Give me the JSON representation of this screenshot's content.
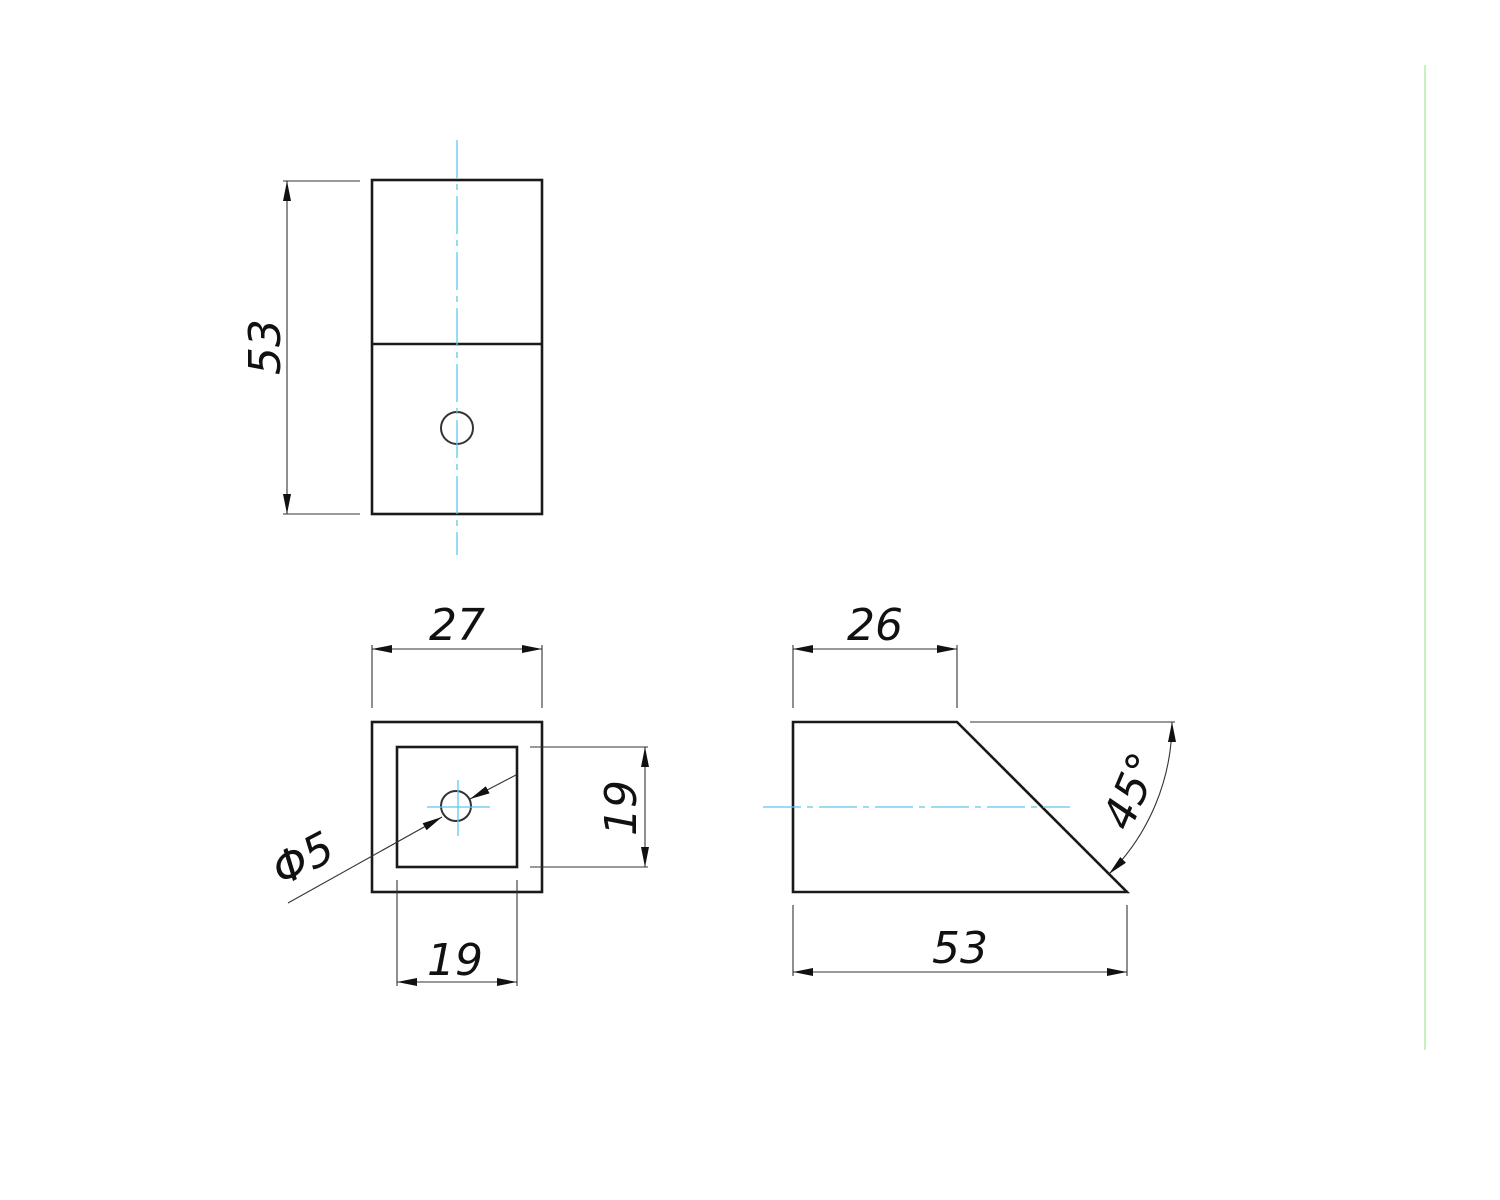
{
  "drawing": {
    "top_view": {
      "height_dim": "53"
    },
    "front_view": {
      "width_dim": "27",
      "inner_height_dim": "19",
      "inner_width_dim": "19",
      "hole_dim": "Φ5"
    },
    "side_view": {
      "top_length_dim": "26",
      "length_dim": "53",
      "angle_dim": "45°"
    }
  },
  "colors": {
    "object_line": "#1a1a1a",
    "center_line": "#5ec8ee",
    "border_line": "#c8f0c0"
  }
}
